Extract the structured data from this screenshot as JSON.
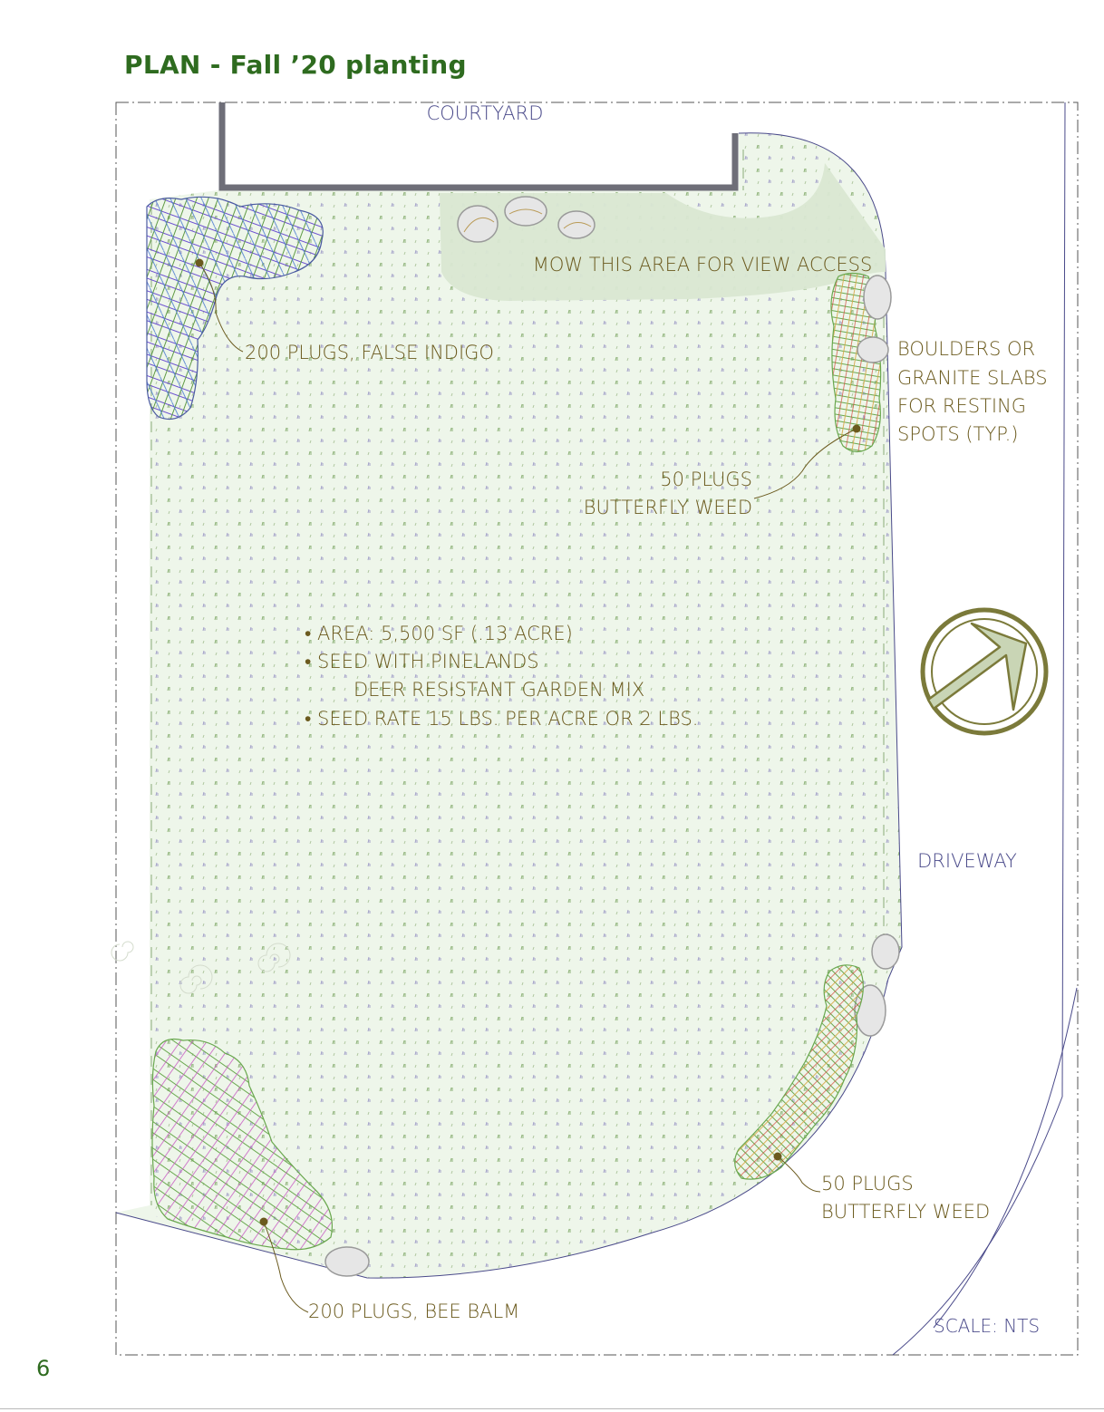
{
  "title": "PLAN - Fall ’20 planting",
  "page_number": "6",
  "labels": {
    "courtyard": "COURTYARD",
    "mow_area": "MOW THIS AREA FOR VIEW ACCESS",
    "false_indigo": "200 PLUGS, FALSE INDIGO",
    "boulders": [
      "BOULDERS OR",
      "GRANITE SLABS",
      "FOR RESTING",
      "SPOTS (TYP.)"
    ],
    "butterfly_upper": [
      "50 PLUGS",
      "BUTTERFLY WEED"
    ],
    "butterfly_lower": [
      "50 PLUGS",
      "BUTTERFLY WEED"
    ],
    "bee_balm": "200 PLUGS, BEE BALM",
    "driveway": "DRIVEWAY",
    "scale": "SCALE: NTS"
  },
  "notes": [
    "• AREA: 5,500 SF  (.13 ACRE)",
    "• SEED WITH PINELANDS",
    "DEER RESISTANT GARDEN MIX",
    "• SEED RATE 15 LBS. PER ACRE OR 2 LBS."
  ],
  "colors": {
    "title": "#2e6b1f",
    "label": "#6b5a1e",
    "site_label": "#4a4a8a",
    "meadow": "#eef6ea",
    "mow": "#d9e7d2",
    "north_arrow": "#7b7a3a",
    "north_fill": "#c9d5b5"
  },
  "icons": [
    "north-arrow-icon",
    "boulder-icon",
    "leader-dot-icon"
  ]
}
